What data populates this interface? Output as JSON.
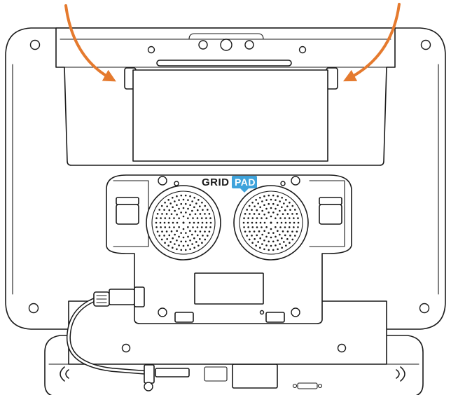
{
  "brand": {
    "word1": "GRID",
    "word2": "PAD",
    "accent_color": "#3ea3db"
  },
  "annotation": {
    "arrow_color": "#e57a2e",
    "arrows": [
      "left-arrow",
      "right-arrow"
    ]
  },
  "icons": [
    "speaker-grille-icon",
    "speaker-grille-icon",
    "cable-connector-icon",
    "usb-port-icon",
    "vent-icon"
  ]
}
